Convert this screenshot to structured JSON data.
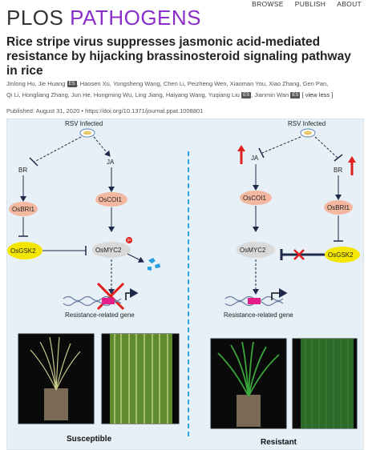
{
  "header": {
    "logo_plos": "PLOS",
    "logo_journal": "PATHOGENS",
    "nav": [
      "BROWSE",
      "PUBLISH",
      "ABOUT"
    ]
  },
  "article": {
    "title": "Rice stripe virus suppresses jasmonic acid-mediated resistance by hijacking brassinosteroid signaling pathway in rice",
    "authors_line1": [
      "Jinlong Hu",
      "Jie Huang",
      "Haosen Xu",
      "Yongsheng Wang",
      "Chen Li",
      "Peizheng Wen",
      "Xiaoman You",
      "Xiao Zhang",
      "Gen Pan,"
    ],
    "authors_line2": [
      "Qi Li,",
      "Hongliang Zhang,",
      "Jun He,",
      "Hongming Wu,",
      "Ling Jiang,",
      "Haiyang Wang,",
      "Yuqiang Liu",
      "Jianmin Wan"
    ],
    "badge": "ES",
    "view_less": "[ view less ]",
    "published": "Published: August 31, 2020",
    "doi": "https://doi.org/10.1371/journal.ppat.1008801"
  },
  "figure": {
    "left": {
      "virus": "RSV Infected",
      "br": "BR",
      "ja": "JA",
      "osbri1": "OsBRI1",
      "oscoi1": "OsCOI1",
      "osgsk2": "OsGSK2",
      "osmyc2": "OsMYC2",
      "p": "P",
      "gene": "Resistance-related gene",
      "caption": "Susceptible"
    },
    "right": {
      "virus": "RSV Infected",
      "br": "BR",
      "ja": "JA",
      "osbri1": "OsBRI1",
      "oscoi1": "OsCOI1",
      "osgsk2": "OsGSK2",
      "osmyc2": "OsMYC2",
      "gene": "Resistance-related  gene",
      "caption": "Resistant"
    },
    "colors": {
      "salmon": "#f4b8a0",
      "grey_node": "#d9d9d9",
      "gsk_yellow": "#f4e600",
      "red": "#e0201f",
      "blue_dash": "#2ca6e6",
      "gene_pink": "#e61e8c"
    }
  }
}
